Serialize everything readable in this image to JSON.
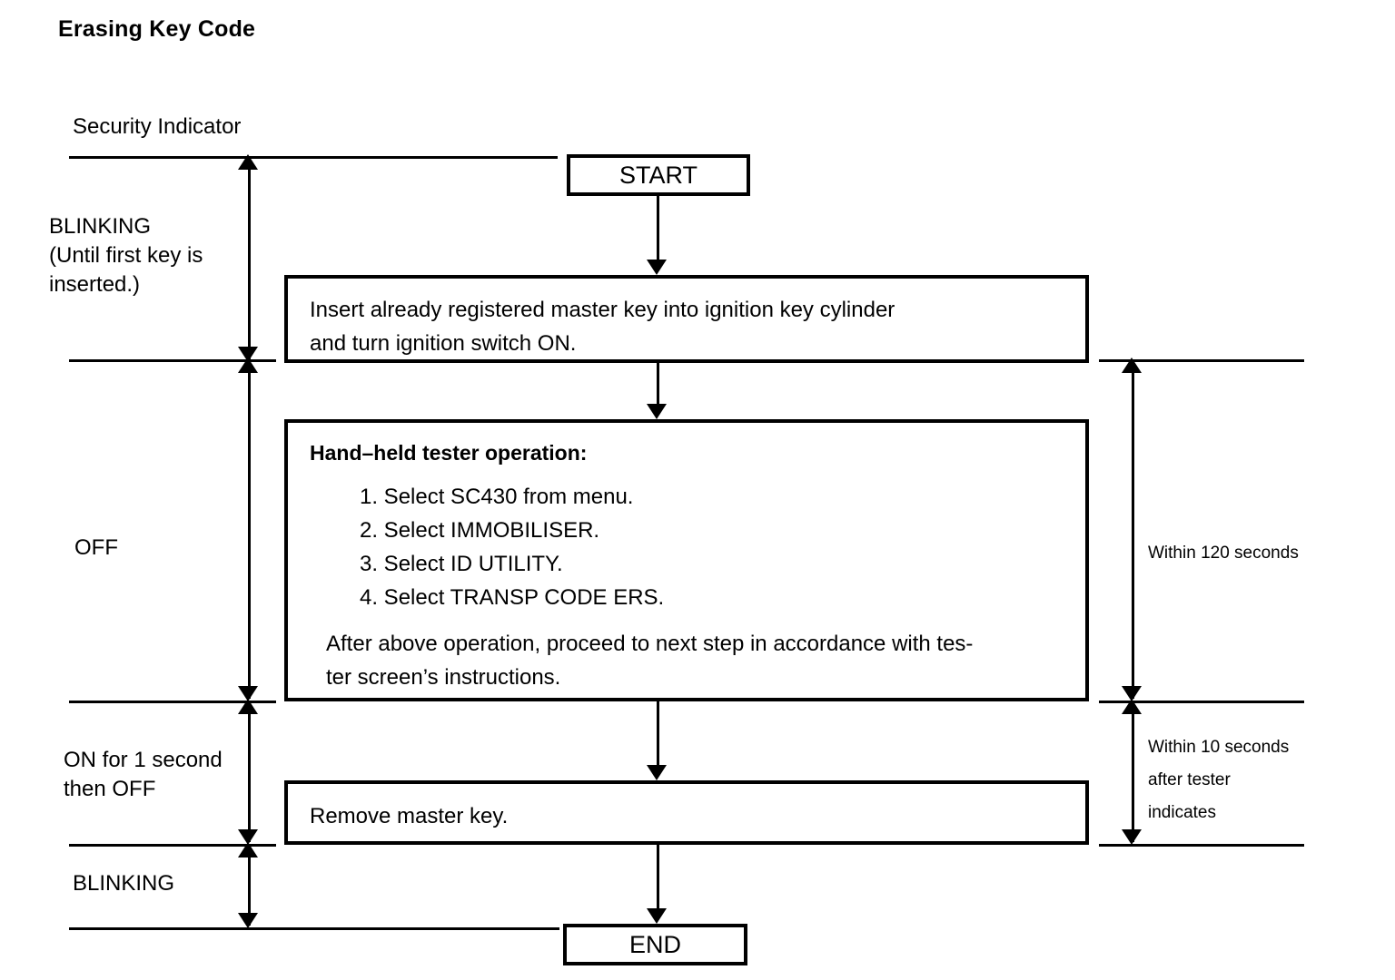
{
  "title": "Erasing Key Code",
  "left_axis": {
    "header": "Security Indicator",
    "states": [
      "BLINKING\n(Until first key is\ninserted.)",
      "OFF",
      "ON for 1 second\nthen OFF",
      "BLINKING"
    ]
  },
  "right_axis": {
    "timings": [
      "Within 120 seconds",
      "Within 10 seconds\nafter tester\nindicates"
    ]
  },
  "flow": {
    "start_label": "START",
    "end_label": "END",
    "step_insert": "Insert already registered master key into ignition key cylinder\nand turn ignition switch ON.",
    "tester": {
      "heading": "Hand–held tester operation:",
      "steps": [
        "1. Select SC430 from menu.",
        "2. Select IMMOBILISER.",
        "3. Select ID UTILITY.",
        "4. Select TRANSP CODE ERS."
      ],
      "note": "After above operation, proceed to next step in accordance with tes-\nter screen’s instructions."
    },
    "step_remove": "Remove master key."
  },
  "colors": {
    "ink": "#000000",
    "background": "#ffffff"
  }
}
